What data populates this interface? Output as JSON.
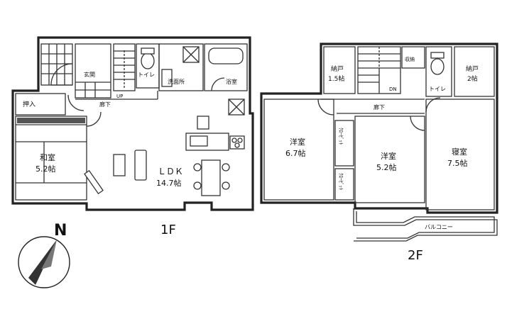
{
  "floor1": {
    "title": "1F",
    "rooms": {
      "washitsu": {
        "name": "和室",
        "size": "5.2帖"
      },
      "ldk": {
        "name": "ＬＤＫ",
        "size": "14.7帖"
      },
      "oshiire": "押入",
      "genkan": "玄関",
      "rouka": "廊下",
      "toilet": "トイレ",
      "senmenjo": "洗面所",
      "yokushitsu": "浴室",
      "up": "UP"
    }
  },
  "floor2": {
    "title": "2F",
    "rooms": {
      "nando1": {
        "name": "納戸",
        "size": "1.5帖"
      },
      "nando2": {
        "name": "納戸",
        "size": "2帖"
      },
      "youshitsu1": {
        "name": "洋室",
        "size": "6.7帖"
      },
      "youshitsu2": {
        "name": "洋室",
        "size": "5.2帖"
      },
      "shinshitsu": {
        "name": "寝室",
        "size": "7.5帖"
      },
      "closet": "ｸﾛｰｾﾞｯﾄ",
      "rouka": "廊下",
      "shuunou": "収納",
      "toilet": "トイレ",
      "dn": "DN",
      "balcony": "バルコニー"
    }
  },
  "compass": {
    "label": "N"
  },
  "colors": {
    "line": "#222222",
    "background": "#ffffff"
  }
}
